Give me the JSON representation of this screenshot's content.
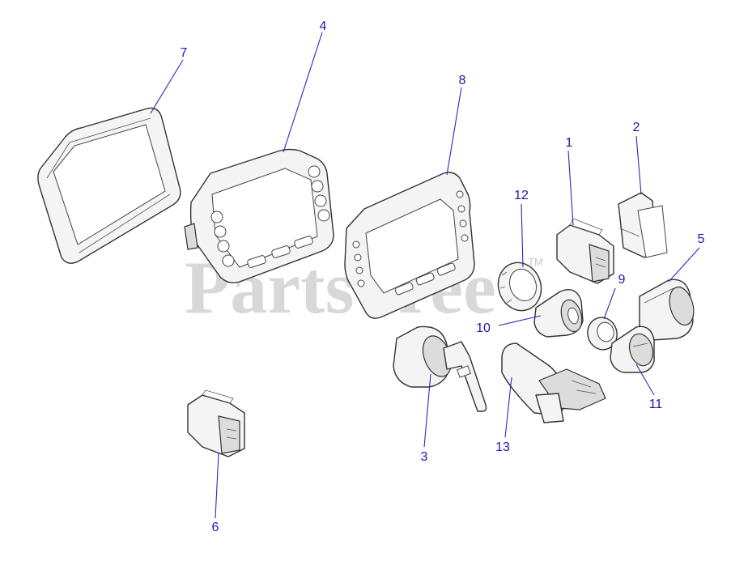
{
  "watermark": {
    "text": "PartsTree",
    "trademark": "TM"
  },
  "callouts": [
    {
      "id": "1",
      "label": "1"
    },
    {
      "id": "2",
      "label": "2"
    },
    {
      "id": "3",
      "label": "3"
    },
    {
      "id": "4",
      "label": "4"
    },
    {
      "id": "5",
      "label": "5"
    },
    {
      "id": "6",
      "label": "6"
    },
    {
      "id": "7",
      "label": "7"
    },
    {
      "id": "8",
      "label": "8"
    },
    {
      "id": "9",
      "label": "9"
    },
    {
      "id": "10",
      "label": "10"
    },
    {
      "id": "11",
      "label": "11"
    },
    {
      "id": "12",
      "label": "12"
    },
    {
      "id": "13",
      "label": "13"
    }
  ],
  "colors": {
    "callout": "#1a1ab0",
    "leader": "#2a2ab8",
    "outline": "#333333",
    "watermark": "#cfcfcf"
  }
}
